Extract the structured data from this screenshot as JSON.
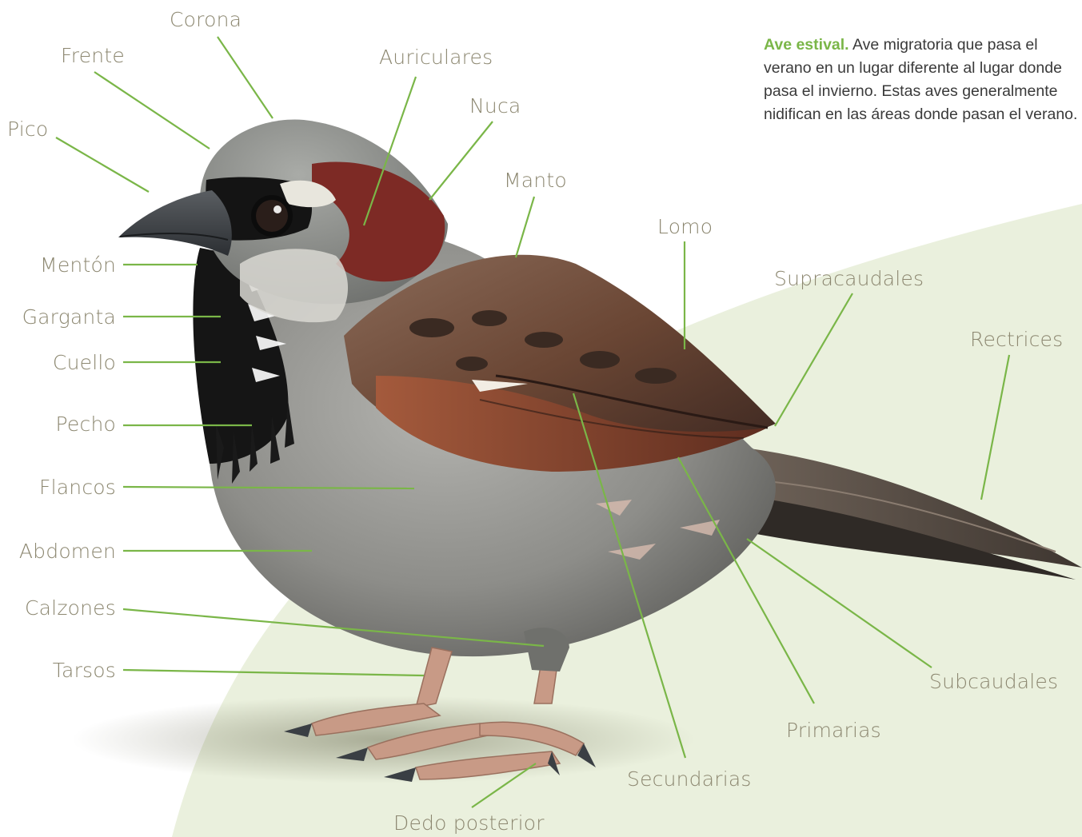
{
  "note": {
    "title": "Ave estival.",
    "text": "Ave migratoria que pasa el verano en un lugar diferente al lugar donde pasa el invierno. Estas aves generalmente nidifican en las áreas donde pasan el verano."
  },
  "labels": {
    "corona": "Corona",
    "frente": "Frente",
    "pico": "Pico",
    "auriculares": "Auriculares",
    "nuca": "Nuca",
    "manto": "Manto",
    "lomo": "Lomo",
    "supracaudales": "Supracaudales",
    "rectrices": "Rectrices",
    "menton": "Mentón",
    "garganta": "Garganta",
    "cuello": "Cuello",
    "pecho": "Pecho",
    "flancos": "Flancos",
    "abdomen": "Abdomen",
    "calzones": "Calzones",
    "tarsos": "Tarsos",
    "subcaudales": "Subcaudales",
    "primarias": "Primarias",
    "secundarias": "Secundarias",
    "dedo_posterior": "Dedo posterior"
  },
  "colors": {
    "leader_line": "#7ab648",
    "label_text": "#8c8770",
    "note_title": "#7ab648",
    "ground": "#eaf0dd"
  }
}
